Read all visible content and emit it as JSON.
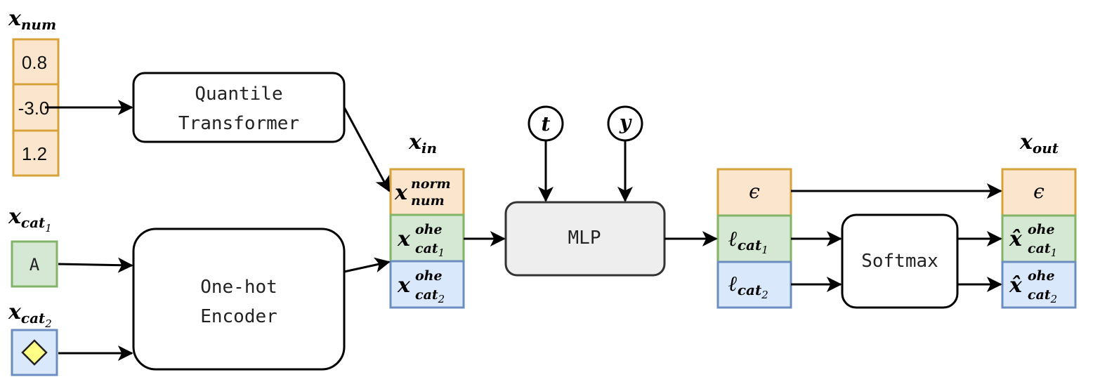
{
  "inputs": {
    "num_label": {
      "base": "x",
      "sub": "num"
    },
    "num_values": [
      "0.8",
      "-3.0",
      "1.2"
    ],
    "cat1_label": {
      "base": "x",
      "sub": "cat",
      "subsub": "1"
    },
    "cat1_value": "A",
    "cat2_label": {
      "base": "x",
      "sub": "cat",
      "subsub": "2"
    },
    "cat2_symbol": "diamond"
  },
  "blocks": {
    "quantile_line1": "Quantile",
    "quantile_line2": "Transformer",
    "onehot_line1": "One-hot",
    "onehot_line2": "Encoder",
    "mlp": "MLP",
    "softmax": "Softmax"
  },
  "conditions": {
    "t": "t",
    "y": "y"
  },
  "x_in": {
    "label": {
      "base": "x",
      "sub": "in"
    },
    "num": {
      "base": "x",
      "sup": "norm",
      "sub": "num"
    },
    "cat1": {
      "base": "x",
      "sup": "ohe",
      "sub": "cat",
      "subsub": "1"
    },
    "cat2": {
      "base": "x",
      "sup": "ohe",
      "sub": "cat",
      "subsub": "2"
    }
  },
  "mlp_out": {
    "eps": "ϵ",
    "logit1": {
      "base": "ℓ",
      "sub": "cat",
      "subsub": "1"
    },
    "logit2": {
      "base": "ℓ",
      "sub": "cat",
      "subsub": "2"
    }
  },
  "x_out": {
    "label": {
      "base": "x",
      "sub": "out"
    },
    "eps": "ϵ",
    "cat1": {
      "base": "x̂",
      "sup": "ohe",
      "sub": "cat",
      "subsub": "1"
    },
    "cat2": {
      "base": "x̂",
      "sup": "ohe",
      "sub": "cat",
      "subsub": "2"
    }
  },
  "colors": {
    "numeric_fill": "#fce5cd",
    "numeric_stroke": "#d6a23a",
    "cat1_fill": "#d5e8d4",
    "cat1_stroke": "#82b366",
    "cat2_fill": "#dae8fc",
    "cat2_stroke": "#6c8ebf",
    "mlp_fill": "#eeeeee",
    "diamond_fill": "#ffff88"
  }
}
